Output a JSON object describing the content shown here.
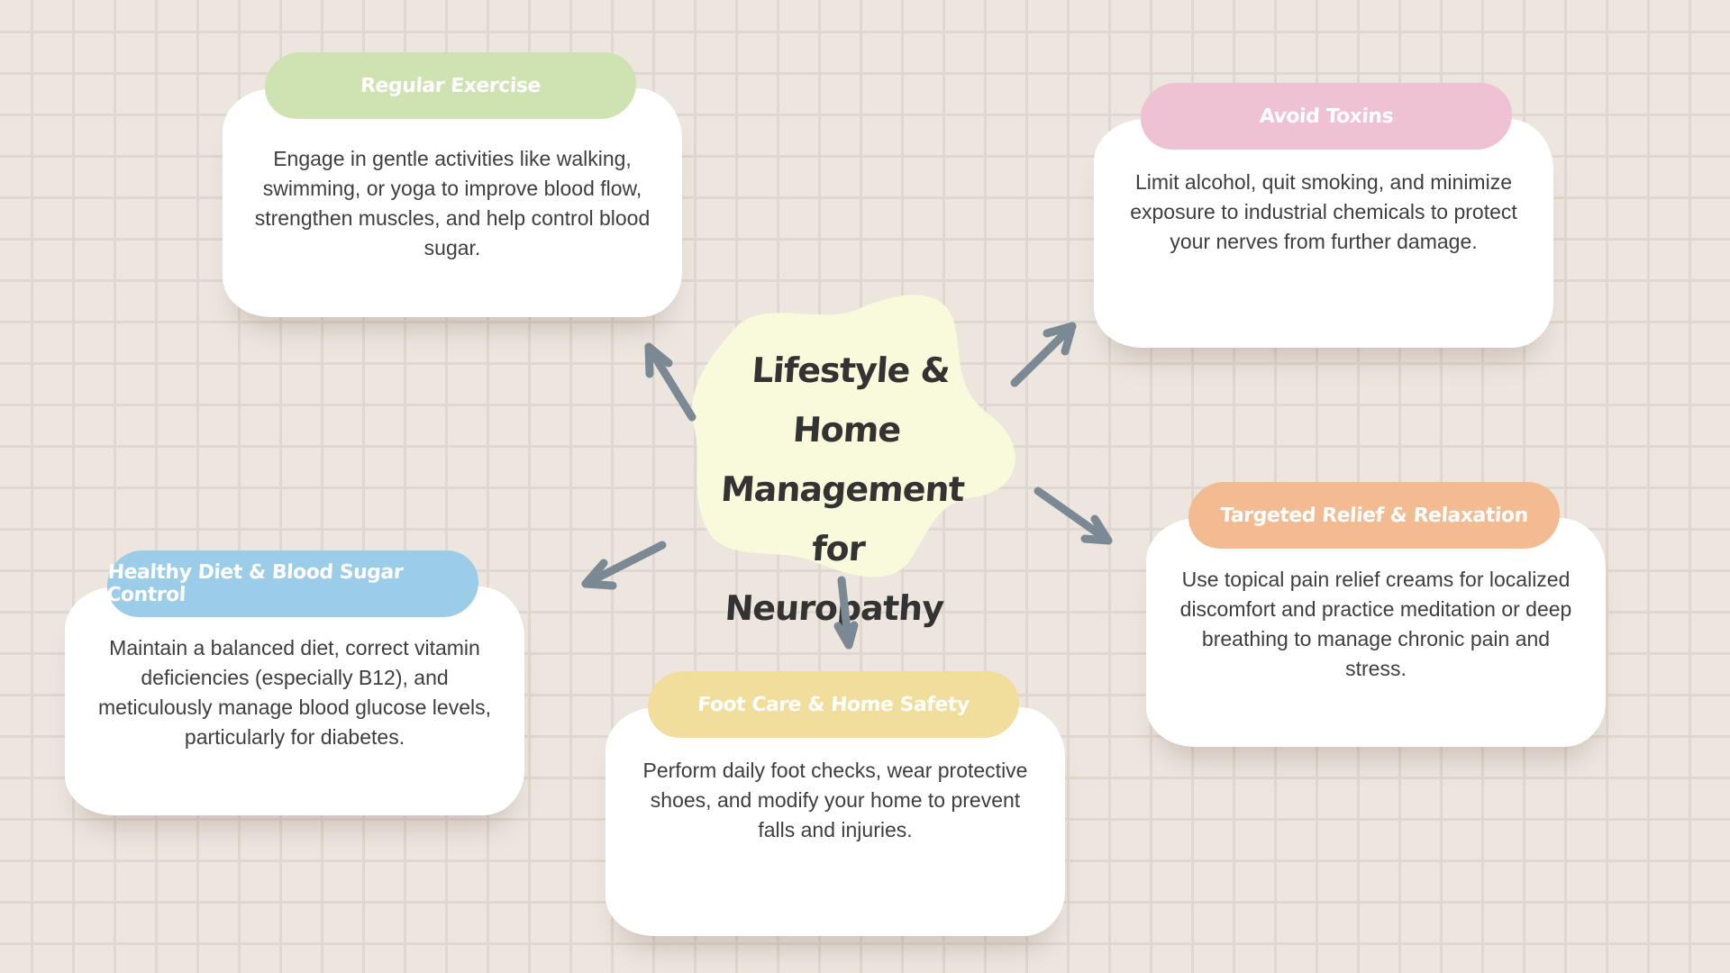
{
  "center": {
    "title_lines": [
      "Lifestyle & Home",
      "Management for",
      "Neuropathy"
    ]
  },
  "cards": [
    {
      "id": "regular-exercise",
      "title": "Regular Exercise",
      "color": "#cfe3b2",
      "text": "Engage in gentle activities like walking, swimming, or yoga to improve blood flow, strengthen muscles, and help control blood sugar."
    },
    {
      "id": "avoid-toxins",
      "title": "Avoid Toxins",
      "color": "#eec1d3",
      "text": "Limit alcohol, quit smoking, and minimize exposure to industrial chemicals to protect your nerves from further damage."
    },
    {
      "id": "targeted-relief",
      "title": "Targeted Relief & Relaxation",
      "color": "#f3bb92",
      "text": "Use topical pain relief creams for localized discomfort and practice meditation or deep breathing to manage chronic pain and stress."
    },
    {
      "id": "foot-care",
      "title": "Foot Care & Home Safety",
      "color": "#f1dd9c",
      "text": "Perform daily foot checks, wear protective shoes, and modify your home to prevent falls and injuries."
    },
    {
      "id": "healthy-diet",
      "title": "Healthy Diet & Blood Sugar Control",
      "color": "#9bcce8",
      "text": "Maintain a balanced diet, correct vitamin deficiencies (especially B12), and meticulously manage blood glucose levels, particularly for diabetes."
    }
  ],
  "colors": {
    "background": "#ede6df",
    "blob": "#f9f9db",
    "arrow": "#7b8994",
    "title_text": "#333333",
    "body_text": "#3e3e3e"
  }
}
